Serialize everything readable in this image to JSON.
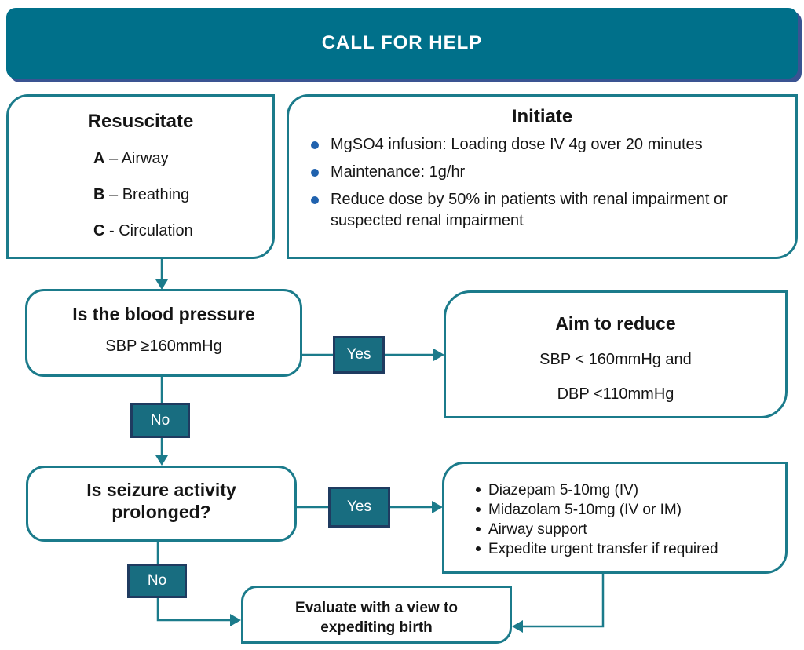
{
  "colors": {
    "teal_fill": "#00708a",
    "teal_border": "#1b7b8b",
    "chip_fill": "#186d80",
    "chip_border": "#1f3b60",
    "banner_shadow": "#3a5392",
    "bullet_blue": "#2062ae",
    "text": "#151515"
  },
  "banner": {
    "title": "CALL FOR HELP"
  },
  "resuscitate": {
    "title": "Resuscitate",
    "items": [
      {
        "letter": "A",
        "rest": " – Airway"
      },
      {
        "letter": "B",
        "rest": " – Breathing"
      },
      {
        "letter": "C",
        "rest": " - Circulation"
      }
    ]
  },
  "initiate": {
    "title": "Initiate",
    "bullets": [
      "MgSO4 infusion: Loading dose IV 4g over 20 minutes",
      "Maintenance: 1g/hr",
      "Reduce dose by 50% in patients with renal impairment or suspected renal impairment"
    ]
  },
  "bp_question": {
    "title": "Is the blood pressure",
    "subtitle": "SBP ≥160mmHg"
  },
  "aim": {
    "title": "Aim to reduce",
    "line1": "SBP < 160mmHg and",
    "line2": "DBP <110mmHg"
  },
  "seizure_question": {
    "line1": "Is seizure activity",
    "line2": "prolonged?"
  },
  "treatment": {
    "bullets": [
      "Diazepam 5-10mg (IV)",
      "Midazolam 5-10mg (IV or IM)",
      "Airway support",
      "Expedite urgent transfer if required"
    ]
  },
  "evaluate": {
    "line1": "Evaluate with a view to",
    "line2": "expediting birth"
  },
  "labels": {
    "yes1": "Yes",
    "no1": "No",
    "yes2": "Yes",
    "no2": "No"
  }
}
